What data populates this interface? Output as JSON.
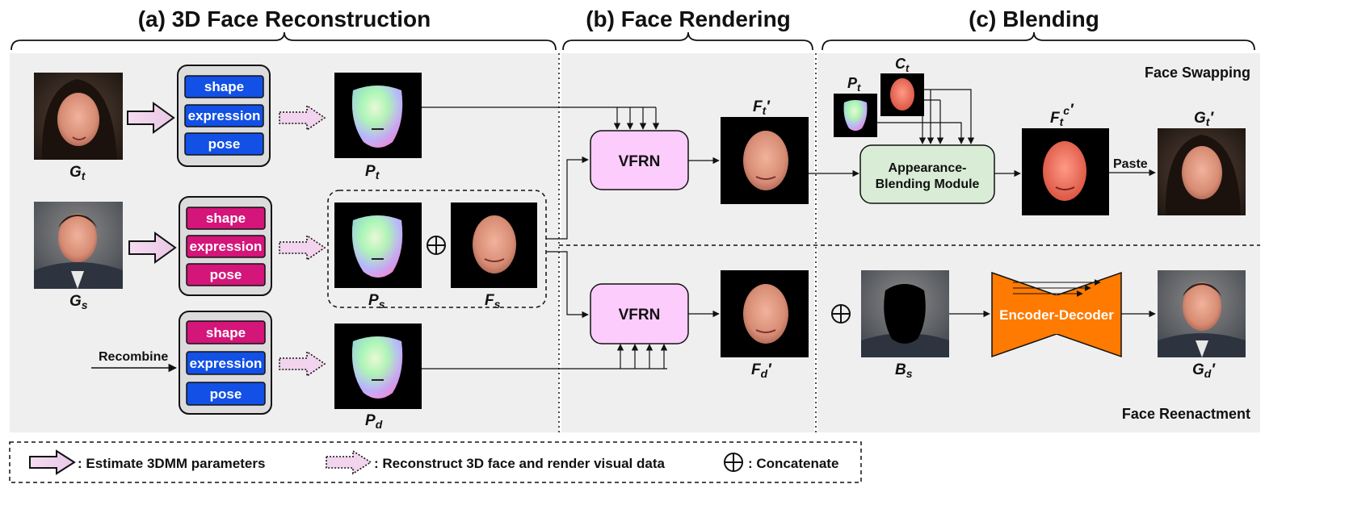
{
  "sections": {
    "reconstruction": "(a) 3D Face Reconstruction",
    "rendering": "(b) Face Rendering",
    "blending": "(c) Blending"
  },
  "rows": {
    "top_label": "Face Swapping",
    "bottom_label": "Face Reenactment"
  },
  "params": {
    "shape": "shape",
    "expression": "expression",
    "pose": "pose"
  },
  "symbols": {
    "G": "G",
    "P": "P",
    "F": "F",
    "C": "C",
    "B": "B",
    "sub_t": "t",
    "sub_s": "s",
    "sub_d": "d",
    "sup_c": "c",
    "prime": "′"
  },
  "modules": {
    "vfrn": "VFRN",
    "abm_line1": "Appearance-",
    "abm_line2": "Blending Module",
    "encdec": "Encoder-Decoder"
  },
  "texts": {
    "recombine": "Recombine",
    "paste": "Paste",
    "concat_symbol": "⊕"
  },
  "legend": {
    "estimate": ": Estimate 3DMM parameters",
    "reconstruct": ": Reconstruct 3D face and render visual data",
    "concatenate": ": Concatenate"
  },
  "colors": {
    "panel_bg": "#efefef",
    "param_blue": "#1250e6",
    "param_magenta": "#d4157a",
    "vfrn_fill": "#fcccfc",
    "abm_fill": "#d8ecd6",
    "encdec_fill": "#ff7a00",
    "arrow_fill": "#efd2ec"
  }
}
